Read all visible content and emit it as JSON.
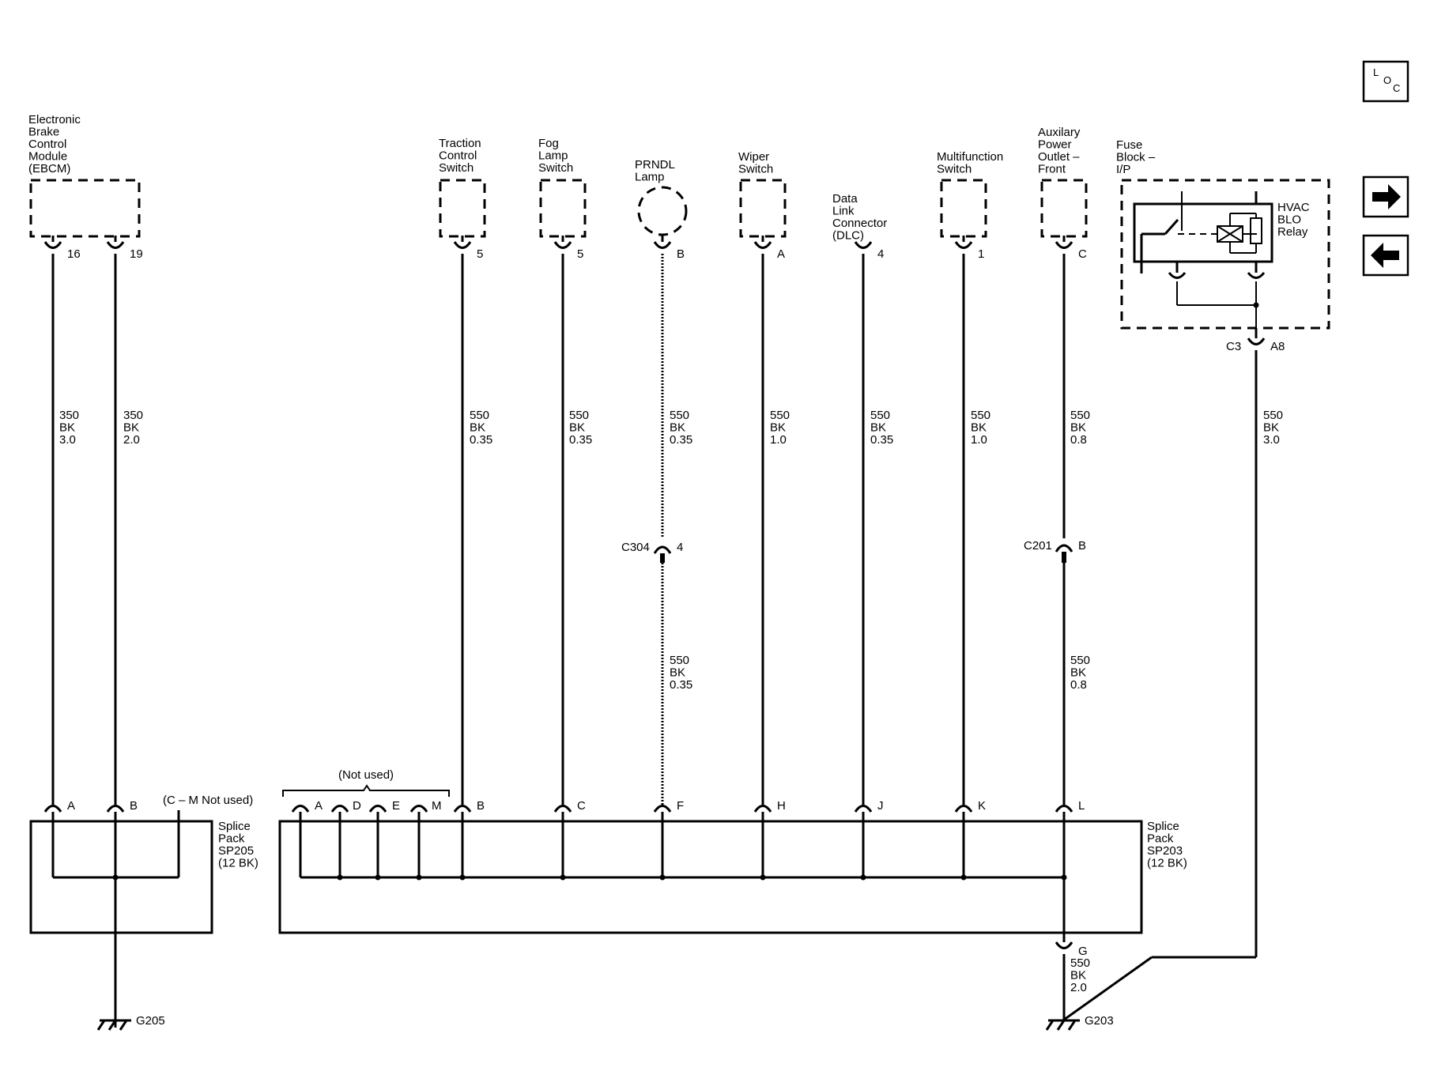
{
  "nav": {
    "loc_letters": [
      "L",
      "O",
      "C"
    ],
    "next_icon": "arrow-right-icon",
    "prev_icon": "arrow-left-icon"
  },
  "components": {
    "ebcm": [
      "Electronic",
      "Brake",
      "Control",
      "Module",
      "(EBCM)"
    ],
    "traction": [
      "Traction",
      "Control",
      "Switch"
    ],
    "fog": [
      "Fog",
      "Lamp",
      "Switch"
    ],
    "prndl": [
      "PRNDL",
      "Lamp"
    ],
    "wiper": [
      "Wiper",
      "Switch"
    ],
    "dlc": [
      "Data",
      "Link",
      "Connector",
      "(DLC)"
    ],
    "multifunction": [
      "Multifunction",
      "Switch"
    ],
    "aux": [
      "Auxilary",
      "Power",
      "Outlet –",
      "Front"
    ],
    "fuse": [
      "Fuse",
      "Block –",
      "I/P"
    ],
    "hvac": [
      "HVAC",
      "BLO",
      "Relay"
    ]
  },
  "pins": {
    "ebcm_16": "16",
    "ebcm_19": "19",
    "traction": "5",
    "fog": "5",
    "prndl": "B",
    "wiper": "A",
    "dlc": "4",
    "multifunction": "1",
    "aux": "C",
    "fuse_conn": "C3",
    "fuse_pin": "A8"
  },
  "wires": {
    "w1": [
      "350",
      "BK",
      "3.0"
    ],
    "w2": [
      "350",
      "BK",
      "2.0"
    ],
    "w3": [
      "550",
      "BK",
      "0.35"
    ],
    "w4": [
      "550",
      "BK",
      "0.35"
    ],
    "w5": [
      "550",
      "BK",
      "0.35"
    ],
    "w6": [
      "550",
      "BK",
      "1.0"
    ],
    "w7": [
      "550",
      "BK",
      "0.35"
    ],
    "w8": [
      "550",
      "BK",
      "1.0"
    ],
    "w9": [
      "550",
      "BK",
      "0.8"
    ],
    "w10": [
      "550",
      "BK",
      "3.0"
    ],
    "w5b": [
      "550",
      "BK",
      "0.35"
    ],
    "w9b": [
      "550",
      "BK",
      "0.8"
    ],
    "wg": [
      "550",
      "BK",
      "2.0"
    ]
  },
  "inline": {
    "c304": "C304",
    "c304_pin": "4",
    "c201": "C201",
    "c201_pin": "B"
  },
  "splice_pins": {
    "sp205": [
      "A",
      "B"
    ],
    "sp205_note": "(C – M Not used)",
    "sp203_notused": "(Not used)",
    "sp203_unused": [
      "A",
      "D",
      "E",
      "M"
    ],
    "sp203": [
      "B",
      "C",
      "F",
      "H",
      "J",
      "K",
      "L"
    ],
    "sp203_g": "G"
  },
  "splice_packs": {
    "sp205": [
      "Splice",
      "Pack",
      "SP205",
      "(12 BK)"
    ],
    "sp203": [
      "Splice",
      "Pack",
      "SP203",
      "(12 BK)"
    ]
  },
  "grounds": {
    "g205": "G205",
    "g203": "G203"
  }
}
